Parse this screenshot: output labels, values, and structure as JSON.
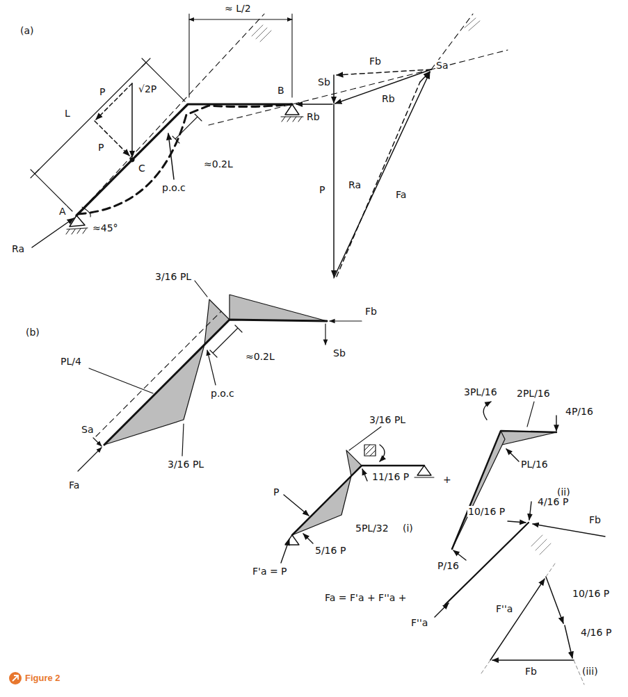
{
  "diagram": {
    "caption": "Figure 2",
    "labels": [
      "(a)",
      "≈ L/2",
      "L",
      "P",
      "√2P",
      "P",
      "C",
      "B",
      "Rb",
      "A",
      "≈45°",
      "Ra",
      "p.o.c",
      "≈0.2L",
      "Fb",
      "Sb",
      "Rb",
      "Sa",
      "Ra",
      "Fa",
      "P",
      "(b)",
      "3/16 PL",
      "Fb",
      "Sb",
      "PL/4",
      "≈0.2L",
      "p.o.c",
      "Sa",
      "3/16 PL",
      "Fa",
      "P",
      "3/16 PL",
      "11/16 P",
      "+",
      "F'a = P",
      "5/16 P",
      "5PL/32",
      "(i)",
      "3PL/16",
      "2PL/16",
      "4P/16",
      "PL/16",
      "P/16",
      "(ii)",
      "10/16 P",
      "4/16 P",
      "Fb",
      "Fa = F'a + F''a +",
      "F''a",
      "F''a",
      "10/16 P",
      "4/16 P",
      "Fb",
      "(iii)"
    ]
  }
}
